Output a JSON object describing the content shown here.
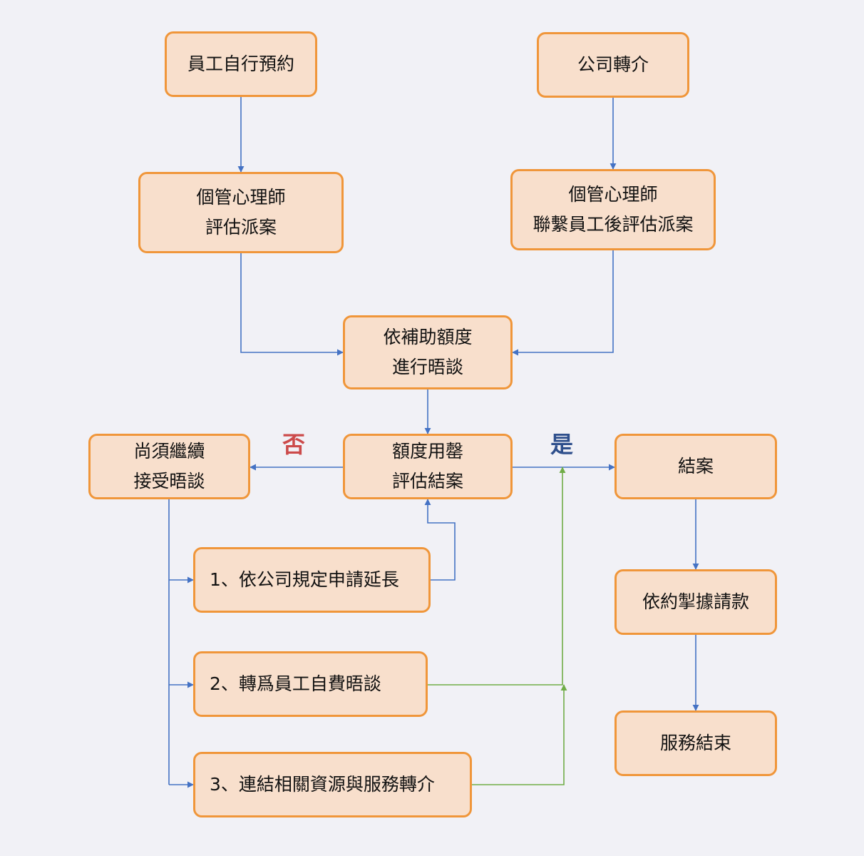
{
  "nodes": {
    "self_booking": "員工自行預約",
    "company_referral": "公司轉介",
    "psych_assess_1": "個管心理師",
    "psych_assess_2": "評估派案",
    "psych_contact_1": "個管心理師",
    "psych_contact_2": "聯繫員工後評估派案",
    "counsel_1": "依補助額度",
    "counsel_2": "進行晤談",
    "quota_used_1": "額度用罄",
    "quota_used_2": "評估結案",
    "continue_1": "尚須繼續",
    "continue_2": "接受晤談",
    "close_case": "結案",
    "invoice": "依約掣據請款",
    "service_end": "服務結束",
    "option_1": "1、依公司規定申請延長",
    "option_2": "2、轉爲員工自費晤談",
    "option_3": "3、連結相關資源與服務轉介"
  },
  "decisions": {
    "no": "否",
    "yes": "是"
  },
  "colors": {
    "node_fill": "#f8dfcc",
    "node_border": "#f0963a",
    "arrow_blue": "#4472c4",
    "arrow_green": "#70ad47",
    "no_label": "#cc4a4a",
    "yes_label": "#2e4f8c"
  }
}
